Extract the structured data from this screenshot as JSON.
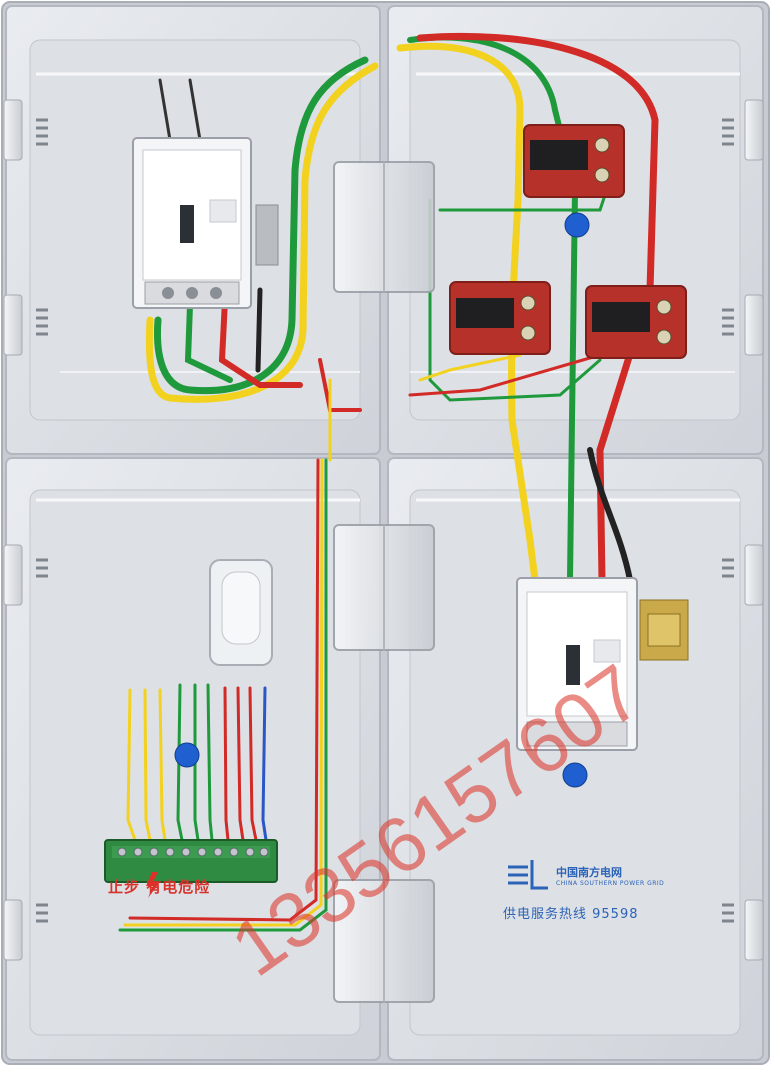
{
  "product": {
    "brand_name": "中国南方电网",
    "brand_name_en": "CHINA SOUTHERN POWER GRID",
    "service_hotline": "供电服务热线 95598",
    "warning_label": "止步 有电危险"
  },
  "watermark": {
    "text": "13356157607"
  },
  "icons": {
    "logo": "csg-logo-icon",
    "hazard": "lightning-icon"
  },
  "colors": {
    "enclosure": "#dfe2e7",
    "wire_yellow": "#f2d21e",
    "wire_green": "#1e9a3c",
    "wire_red": "#d22a26",
    "wire_blue": "#2b56c6",
    "ct_body": "#b5312a",
    "terminal_block": "#2f8a42",
    "brand_blue": "#2b63b8",
    "watermark": "#dc372d"
  }
}
